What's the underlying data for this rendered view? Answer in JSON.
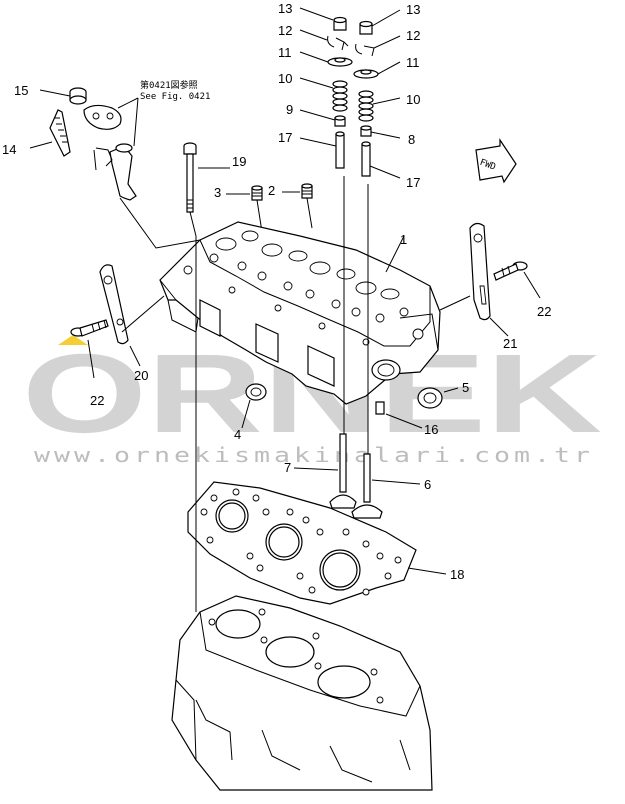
{
  "diagram": {
    "note_jp": "第0421図参照",
    "note_en": "See Fig. 0421",
    "fwd_label": "FWD",
    "watermark_brand": "ORNEK",
    "watermark_url": "www.ornekismakinalari.com.tr",
    "labels": {
      "l13a": "13",
      "l13b": "13",
      "l12a": "12",
      "l12b": "12",
      "l11a": "11",
      "l11b": "11",
      "l10a": "10",
      "l10b": "10",
      "l9": "9",
      "l8": "8",
      "l17a": "17",
      "l17b": "17",
      "l15": "15",
      "l14": "14",
      "l19": "19",
      "l3": "3",
      "l2": "2",
      "l1": "1",
      "l20": "20",
      "l21": "21",
      "l22a": "22",
      "l22b": "22",
      "l4": "4",
      "l5": "5",
      "l16": "16",
      "l7": "7",
      "l6": "6",
      "l18": "18"
    }
  }
}
